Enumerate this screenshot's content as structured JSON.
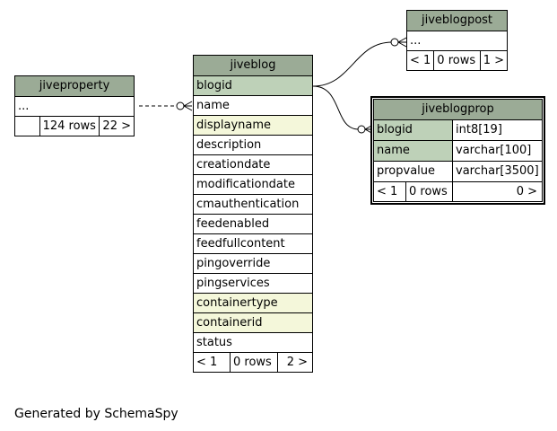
{
  "tables": {
    "jiveblog": {
      "title": "jiveblog",
      "columns": [
        {
          "name": "blogid",
          "type": "pk"
        },
        {
          "name": "name",
          "type": "plain"
        },
        {
          "name": "displayname",
          "type": "idx"
        },
        {
          "name": "description",
          "type": "plain"
        },
        {
          "name": "creationdate",
          "type": "plain"
        },
        {
          "name": "modificationdate",
          "type": "plain"
        },
        {
          "name": "cmauthentication",
          "type": "plain"
        },
        {
          "name": "feedenabled",
          "type": "plain"
        },
        {
          "name": "feedfullcontent",
          "type": "plain"
        },
        {
          "name": "pingoverride",
          "type": "plain"
        },
        {
          "name": "pingservices",
          "type": "plain"
        },
        {
          "name": "containertype",
          "type": "idx"
        },
        {
          "name": "containerid",
          "type": "idx"
        },
        {
          "name": "status",
          "type": "plain"
        }
      ],
      "footer": {
        "parents": "< 1",
        "rows": "0 rows",
        "children": "2 >"
      }
    },
    "jiveproperty": {
      "title": "jiveproperty",
      "columns": [
        {
          "name": "..."
        }
      ],
      "footer": {
        "parents": "",
        "rows": "124 rows",
        "children": "22 >"
      }
    },
    "jiveblogpost": {
      "title": "jiveblogpost",
      "columns": [
        {
          "name": "..."
        }
      ],
      "footer": {
        "parents": "< 1",
        "rows": "0 rows",
        "children": "1 >"
      }
    },
    "jiveblogprop": {
      "title": "jiveblogprop",
      "columns": [
        {
          "name": "blogid",
          "datatype": "int8[19]",
          "type": "pk"
        },
        {
          "name": "name",
          "datatype": "varchar[100]",
          "type": "pk"
        },
        {
          "name": "propvalue",
          "datatype": "varchar[3500]",
          "type": "plain"
        }
      ],
      "footer": {
        "parents": "< 1",
        "rows": "0 rows",
        "children": "0 >"
      }
    }
  },
  "footer_text": "Generated by SchemaSpy"
}
